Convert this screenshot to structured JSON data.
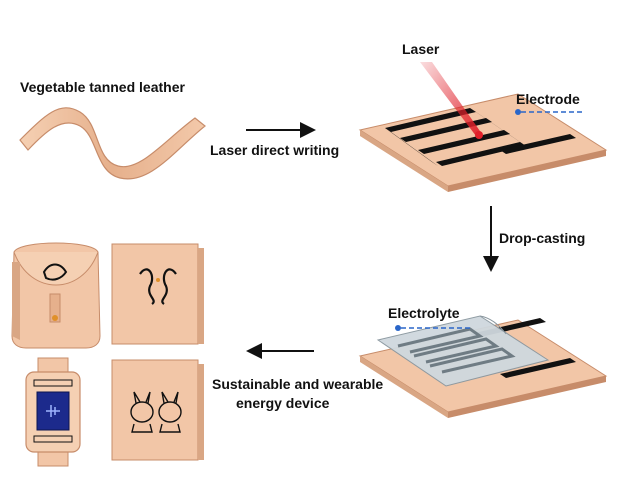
{
  "labels": {
    "leather": "Vegetable tanned leather",
    "laser": "Laser",
    "electrode": "Electrode",
    "laser_writing": "Laser direct writing",
    "drop_casting": "Drop-casting",
    "electrolyte": "Electrolyte",
    "device_line1": "Sustainable and wearable",
    "device_line2": "energy device"
  },
  "colors": {
    "leather": "#f2c6a7",
    "leather_edge": "#c78c6a",
    "electrode": "#111111",
    "laser": "#e0202a",
    "marker": "#2a66c9",
    "electrolyte": "#cfd8de",
    "device_screen": "#1c2a8c"
  },
  "icons": [
    "leather-strip-icon",
    "laser-beam-icon",
    "arrow-right-icon",
    "arrow-down-icon",
    "arrow-left-icon",
    "bag-icon",
    "notebook-icon",
    "watch-icon"
  ]
}
